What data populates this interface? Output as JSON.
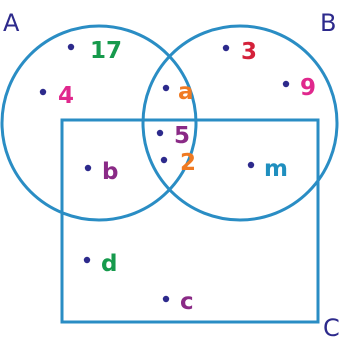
{
  "colors": {
    "outline": "#2a8dc4",
    "dot": "#2d2a8c",
    "label": "#2d2a8c",
    "green": "#169a4c",
    "magenta": "#e0288d",
    "orange": "#f07a22",
    "crimson": "#d4213a",
    "purple": "#8a2a86",
    "teal": "#1f8fbf"
  },
  "sets": {
    "a_label": "A",
    "b_label": "B",
    "c_label": "C"
  },
  "elements": [
    {
      "name": "17",
      "color_key": "green"
    },
    {
      "name": "4",
      "color_key": "magenta"
    },
    {
      "name": "a",
      "color_key": "orange"
    },
    {
      "name": "3",
      "color_key": "crimson"
    },
    {
      "name": "9",
      "color_key": "magenta"
    },
    {
      "name": "5",
      "color_key": "purple"
    },
    {
      "name": "2",
      "color_key": "orange"
    },
    {
      "name": "b",
      "color_key": "purple"
    },
    {
      "name": "m",
      "color_key": "teal"
    },
    {
      "name": "d",
      "color_key": "green"
    },
    {
      "name": "c",
      "color_key": "purple"
    }
  ]
}
